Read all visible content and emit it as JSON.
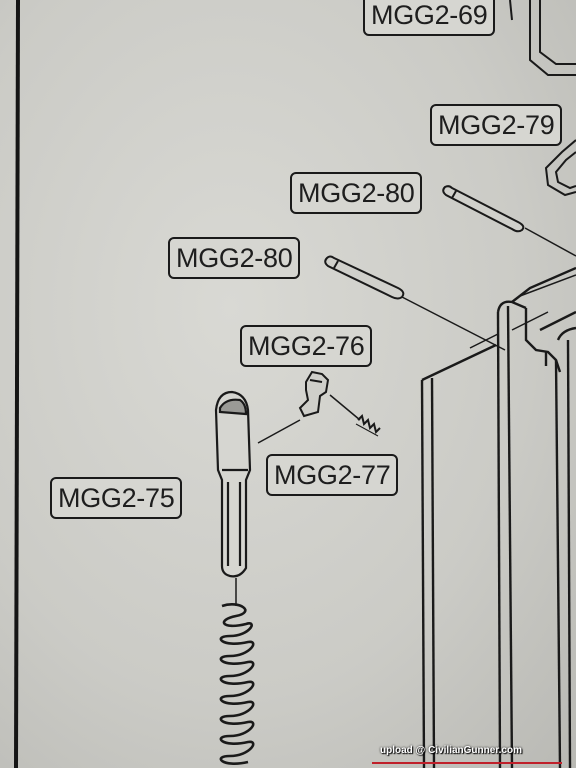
{
  "labels": {
    "mgg2_69": "MGG2-69",
    "mgg2_79": "MGG2-79",
    "mgg2_80_upper": "MGG2-80",
    "mgg2_80_lower": "MGG2-80",
    "mgg2_76": "MGG2-76",
    "mgg2_77": "MGG2-77",
    "mgg2_75": "MGG2-75"
  },
  "watermark": "upload @ CivilianGunner.com",
  "colors": {
    "paper": "#d2d2cd",
    "ink": "#1a1a1a",
    "watermark_rule": "#c0202a"
  }
}
